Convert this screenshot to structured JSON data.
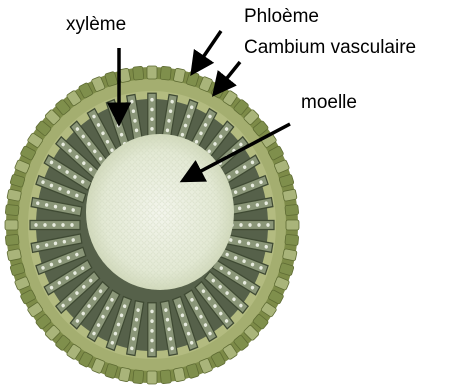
{
  "labels": {
    "xylem": "xylème",
    "phloem": "Phloème",
    "cambium": "Cambium vasculaire",
    "pith": "moelle"
  },
  "colors": {
    "outer_ring": "#7f8f4c",
    "outer_ring_dark": "#5e6b33",
    "cortex": "#a9b47a",
    "phloem_band": "#b5bd83",
    "xylem_ray_dark": "#3f4a33",
    "xylem_ray_light": "#8a9678",
    "vessel": "#e8ece0",
    "pith": "#dfe6cf",
    "pith_light": "#f1f4e8",
    "arrow": "#000000"
  }
}
